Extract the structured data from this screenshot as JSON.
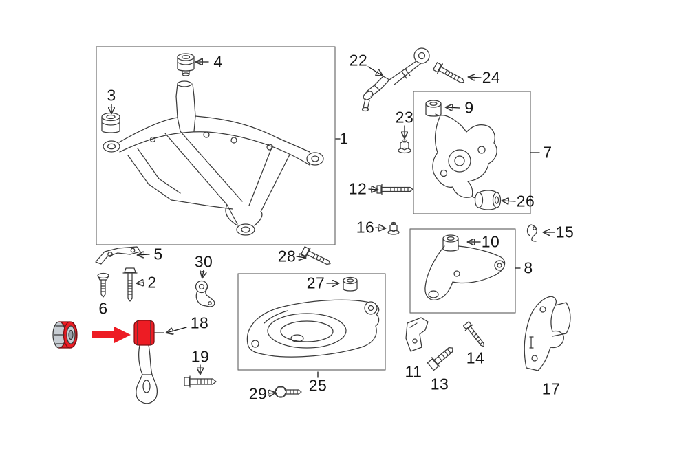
{
  "diagram": {
    "background_color": "#ffffff",
    "line_color": "#3a3a3a",
    "highlight_color": "#ed1c24",
    "highlighted_callout": "18",
    "callouts": {
      "n1": "1",
      "n2": "2",
      "n3": "3",
      "n4": "4",
      "n5": "5",
      "n6": "6",
      "n7": "7",
      "n8": "8",
      "n9": "9",
      "n10": "10",
      "n11": "11",
      "n12": "12",
      "n13": "13",
      "n14": "14",
      "n15": "15",
      "n16": "16",
      "n17": "17",
      "n18": "18",
      "n19": "19",
      "n22": "22",
      "n23": "23",
      "n24": "24",
      "n25": "25",
      "n26": "26",
      "n27": "27",
      "n28": "28",
      "n29": "29",
      "n30": "30"
    }
  }
}
